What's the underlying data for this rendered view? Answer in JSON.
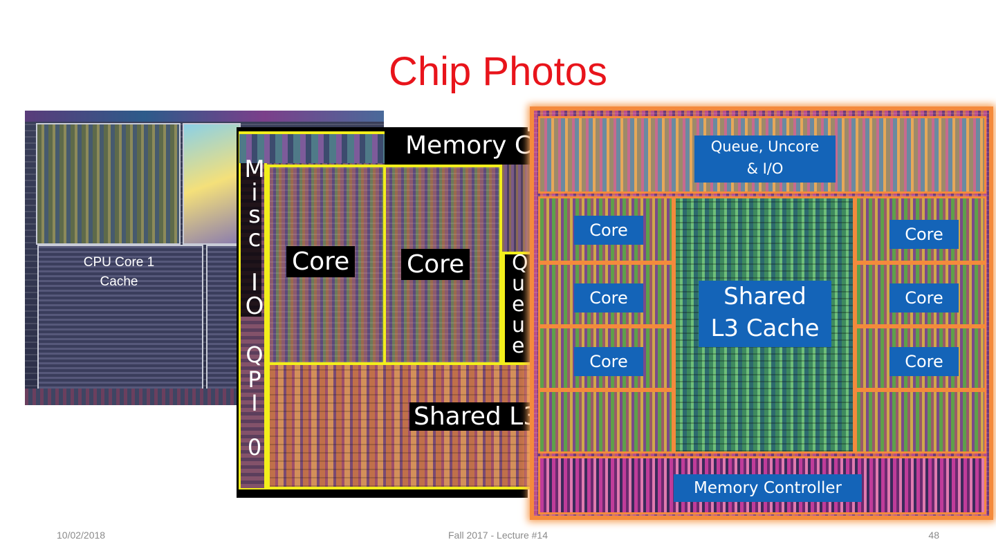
{
  "slide": {
    "title": "Chip Photos"
  },
  "photo1": {
    "label_line1": "CPU Core 1",
    "label_line2": "Cache"
  },
  "photo2": {
    "memory_label": "Memory C",
    "misc_io_chars": [
      "M",
      "i",
      "s",
      "c",
      "I",
      "O"
    ],
    "qpi_chars": [
      "Q",
      "P",
      "I",
      "0"
    ],
    "core1_label": "Core",
    "core2_label": "Core",
    "queue_chars": [
      "Q",
      "u",
      "e",
      "u",
      "e"
    ],
    "l3_label": "Shared L3"
  },
  "photo3": {
    "top_label_line1": "Queue, Uncore",
    "top_label_line2": "& I/O",
    "core_labels": [
      "Core",
      "Core",
      "Core",
      "Core",
      "Core",
      "Core"
    ],
    "cache_line1": "Shared",
    "cache_line2": "L3 Cache",
    "memory_controller": "Memory Controller",
    "label_color": "#1464b8",
    "border_color": "#f48a3c"
  },
  "footer": {
    "date": "10/02/2018",
    "center": "Fall 2017 - Lecture #14",
    "page_number": "48"
  },
  "colors": {
    "title": "#e8141b",
    "highlight_yellow": "#f2ee1c",
    "footer_text": "#8a8a8a"
  }
}
